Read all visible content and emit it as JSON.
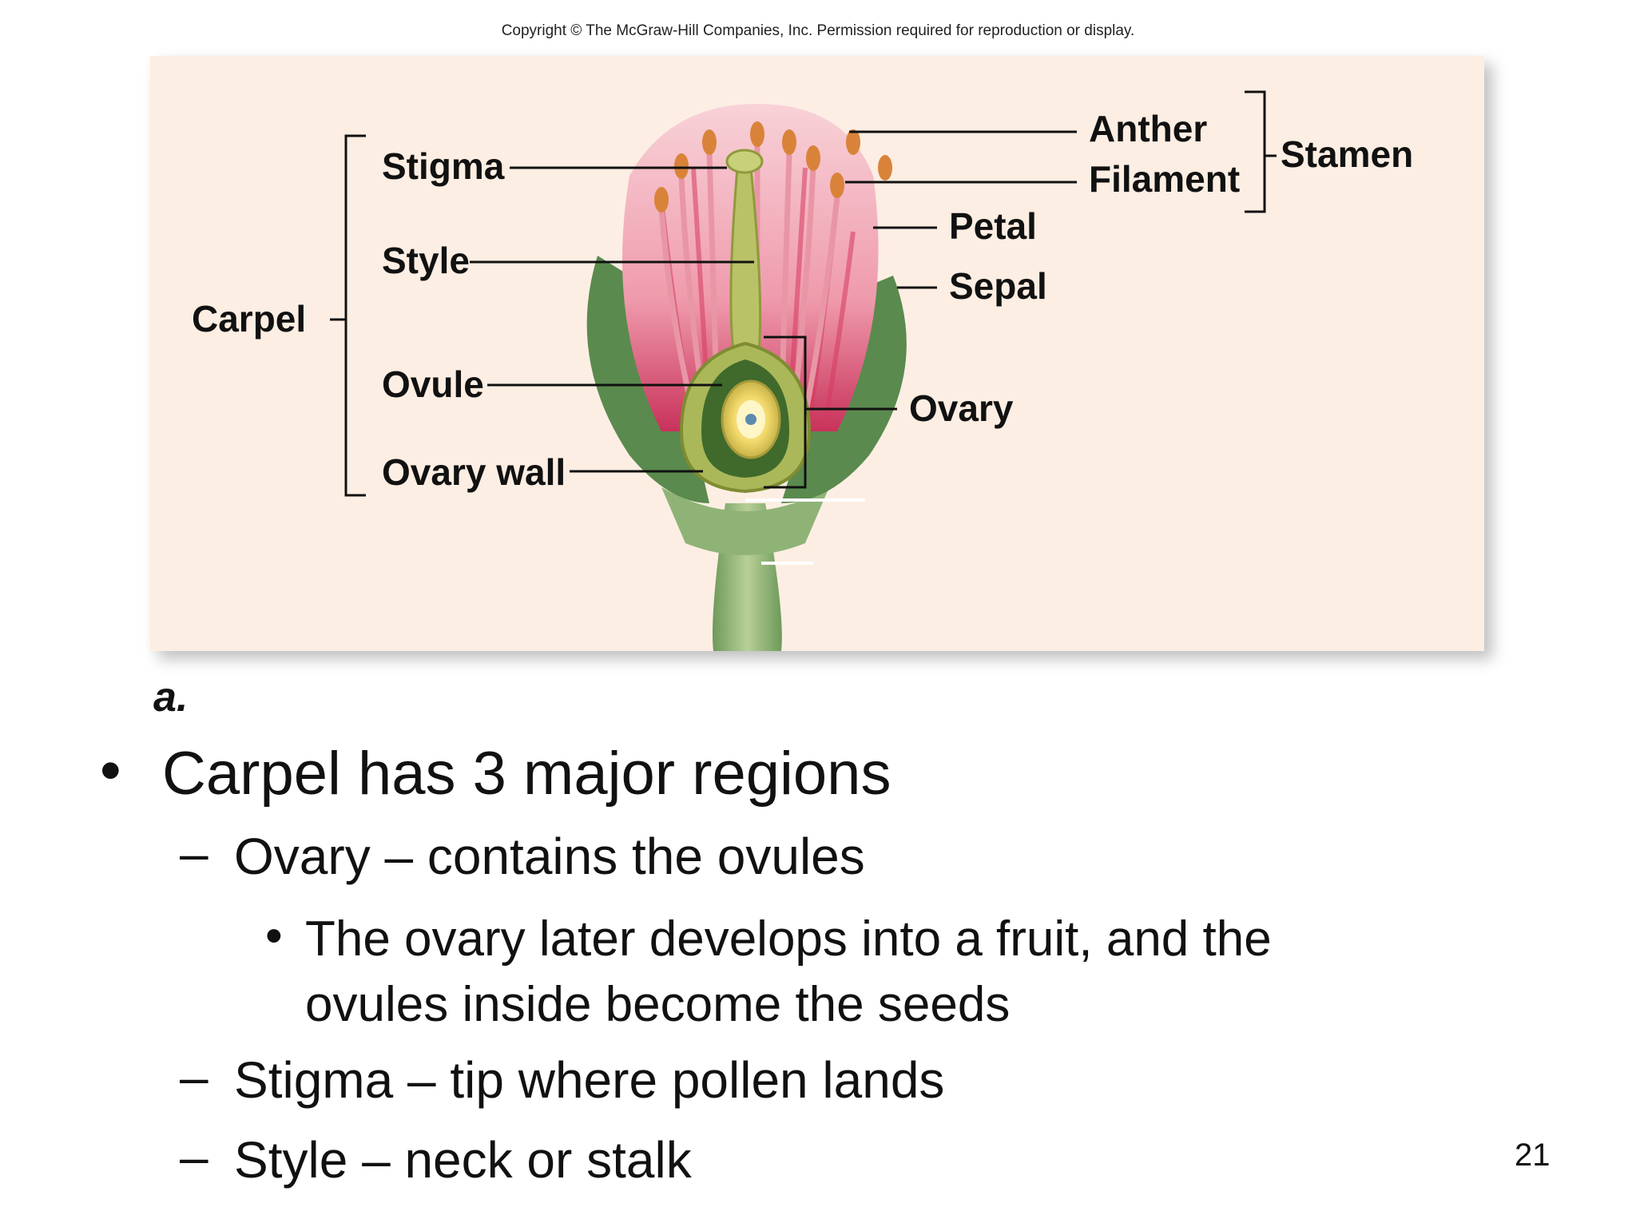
{
  "copyright": "Copyright © The McGraw-Hill Companies, Inc. Permission required for reproduction or display.",
  "figure": {
    "panel_letter": "a.",
    "labels": {
      "anther": "Anther",
      "filament": "Filament",
      "stamen": "Stamen",
      "stigma": "Stigma",
      "style": "Style",
      "carpel": "Carpel",
      "petal": "Petal",
      "sepal": "Sepal",
      "ovule": "Ovule",
      "ovary": "Ovary",
      "ovary_wall": "Ovary wall"
    },
    "colors": {
      "background": "#fdeee3",
      "petal_light": "#f6c9d0",
      "petal_dark": "#d63a5f",
      "sepal": "#4f7a45",
      "carpel": "#b9c266",
      "anther": "#d9833a"
    }
  },
  "bullets": {
    "main": "Carpel has 3 major regions",
    "sub1": "Ovary – contains the ovules",
    "sub1_detail_line1": "The ovary later develops into a fruit, and the",
    "sub1_detail_line2": "ovules inside become the seeds",
    "sub2": "Stigma – tip where pollen lands",
    "sub3": "Style – neck or stalk"
  },
  "page_number": "21"
}
